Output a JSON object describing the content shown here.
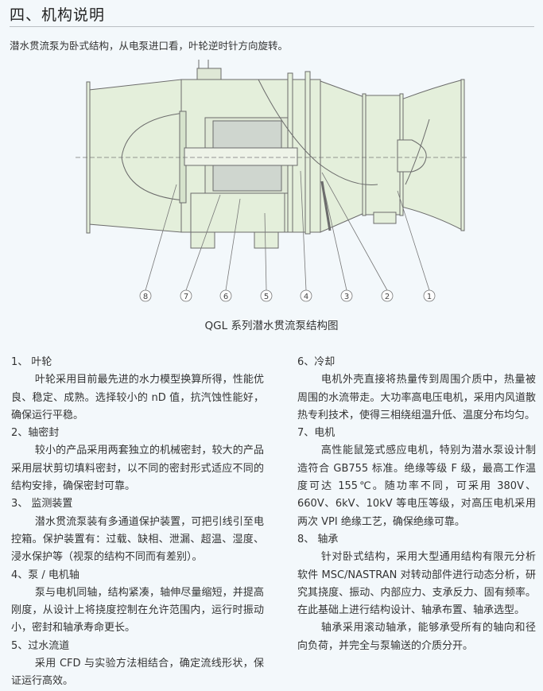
{
  "page": {
    "title": "四、机构说明",
    "intro": "潜水贯流泵为卧式结构，从电泵进口看，叶轮逆时针方向旋转。"
  },
  "diagram": {
    "caption": "QGL 系列潜水贯流泵结构图",
    "callouts": [
      "8",
      "7",
      "6",
      "5",
      "4",
      "3",
      "2",
      "1"
    ],
    "fill_color": "#e4efdb",
    "line_color": "#6b6b6b"
  },
  "sections_left": [
    {
      "heading": "1、 叶轮",
      "paragraphs": [
        "叶轮采用目前最先进的水力模型换算所得，性能优良、稳定、成熟。选择较小的 nD 值，抗汽蚀性能好，确保运行平稳。"
      ]
    },
    {
      "heading": "2、轴密封",
      "paragraphs": [
        "较小的产品采用两套独立的机械密封，较大的产品采用层状剪切填料密封，以不同的密封形式适应不同的结构安排，确保密封可靠。"
      ]
    },
    {
      "heading": "3、 监测装置",
      "paragraphs": [
        "潜水贯流泵装有多通道保护装置，可把引线引至电控箱。保护装置有：过载、缺相、泄漏、超温、湿度、浸水保护等（视泵的结构不同而有差别）。"
      ]
    },
    {
      "heading": "4、泵 / 电机轴",
      "paragraphs": [
        "泵与电机同轴，结构紧凑，轴伸尽量缩短，并提高刚度，从设计上将挠度控制在允许范围内，运行时振动小，密封和轴承寿命更长。"
      ]
    },
    {
      "heading": "5、过水流道",
      "paragraphs": [
        "采用 CFD 与实验方法相结合，确定流线形状，保证运行高效。"
      ]
    }
  ],
  "sections_right": [
    {
      "heading": "6、冷却",
      "paragraphs": [
        "电机外壳直接将热量传到周围介质中，热量被周围的水流带走。大功率高电压电机，采用内风道散热专利技术，使得三相绕组温升低、温度分布均匀。"
      ]
    },
    {
      "heading": "7、电机",
      "paragraphs": [
        "高性能鼠笼式感应电机，特别为潜水泵设计制造符合 GB755 标准。绝缘等级 F 级，最高工作温度可达 155℃。随功率不同，可采用 380V、660V、6kV、10kV 等电压等级，对高压电机采用两次 VPI 绝缘工艺，确保绝缘可靠。"
      ]
    },
    {
      "heading": "8、 轴承",
      "paragraphs": [
        "针对卧式结构，采用大型通用结构有限元分析软件 MSC/NASTRAN 对转动部件进行动态分析，研究其挠度、振动、内部应力、支承反力、固有频率。在此基础上进行结构设计、轴承布置、轴承选型。",
        "轴承采用滚动轴承，能够承受所有的轴向和径向负荷，并完全与泵输送的介质分开。"
      ]
    }
  ]
}
